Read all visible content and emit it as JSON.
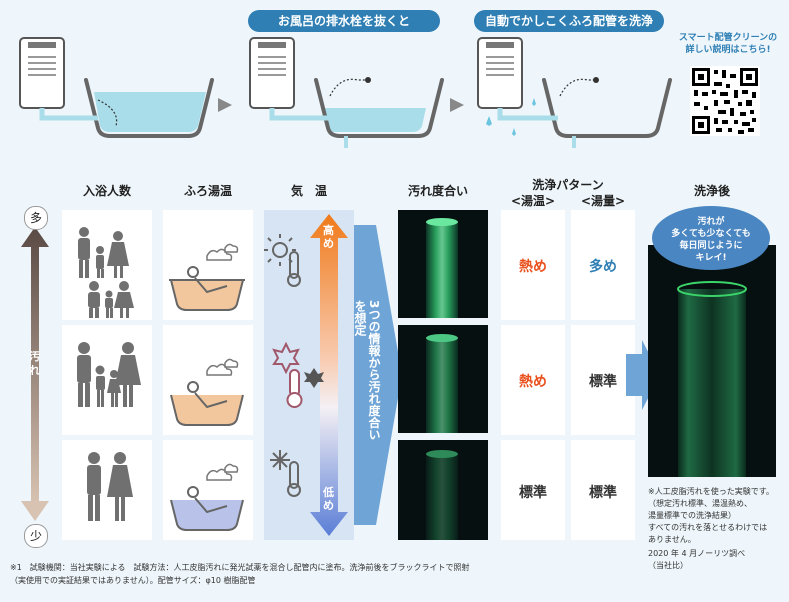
{
  "steps": {
    "step2": "お風呂の排水栓を抜くと",
    "step3": "自動でかしこくふろ配管を洗浄"
  },
  "qr": {
    "caption_line1": "スマート配管クリーンの",
    "caption_line2": "詳しい説明はこちら!"
  },
  "axis": {
    "top": "多",
    "bottom": "少",
    "middle": "汚れ"
  },
  "headers": {
    "people": "入浴人数",
    "bath_temp": "ふろ湯温",
    "air_temp": "気　温",
    "dirt": "汚れ度合い",
    "pattern": "洗浄パターン",
    "pattern_temp": "<湯温>",
    "pattern_volume": "<湯量>",
    "after": "洗浄後"
  },
  "thermo": {
    "high": "高め",
    "low": "低め"
  },
  "arrow_text": "3つの情報から汚れ度合いを想定",
  "rows": [
    {
      "temp": "熱め",
      "volume": "多め",
      "temp_color": "#e8511d",
      "volume_color": "#2f7fb4"
    },
    {
      "temp": "熱め",
      "volume": "標準",
      "temp_color": "#e8511d",
      "volume_color": "#333333"
    },
    {
      "temp": "標準",
      "volume": "標準",
      "temp_color": "#333333",
      "volume_color": "#333333"
    }
  ],
  "bubble": [
    "汚れが",
    "多くても少なくても",
    "毎日同じように",
    "キレイ!"
  ],
  "after_notes": [
    "※人工皮脂汚れを使った実験です。",
    "（想定汚れ標準、湯温熱め、",
    "湯量標準での洗浄結果）",
    "すべての汚れを落とせるわけでは",
    "ありません。",
    "2020 年 4 月ノーリツ調べ",
    "（当社比）"
  ],
  "footnote": [
    "※1　試験機関：当社実験による　試験方法：人工皮脂汚れに発光試薬を混合し配管内に塗布。洗浄前後をブラックライトで照射",
    "（実使用での実証結果ではありません）。配管サイズ：φ10 樹脂配管"
  ],
  "colors": {
    "accent": "#2f7fb4",
    "hot": "#e8511d",
    "water": "#a9dde9",
    "dark": "#061010",
    "glow": "#3bd46a"
  }
}
